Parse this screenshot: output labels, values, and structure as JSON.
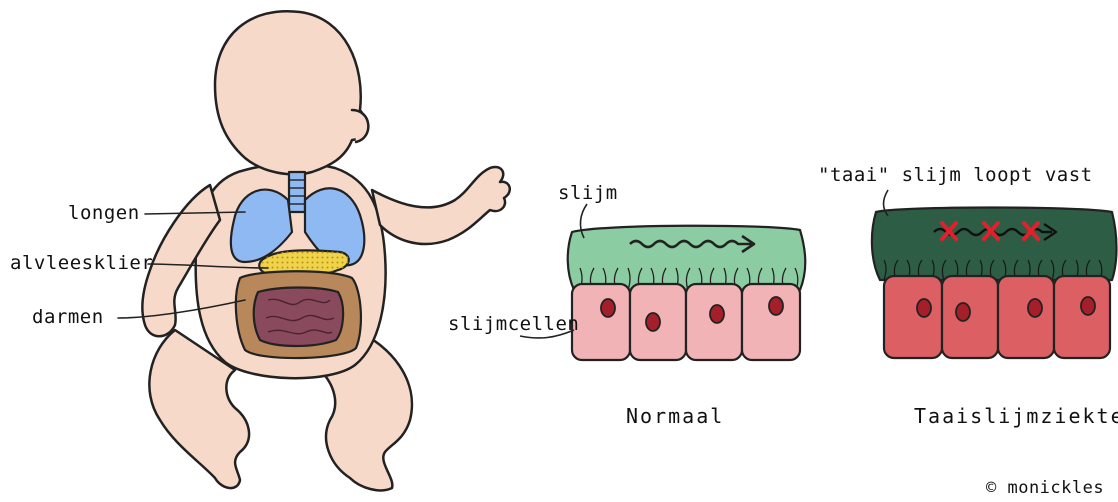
{
  "labels": {
    "longen": "longen",
    "alvleesklier": "alvleesklier",
    "darmen": "darmen",
    "slijm": "slijm",
    "slijmcellen": "slijmcellen",
    "taai_slijm": "\"taai\" slijm loopt vast",
    "normaal": "Normaal",
    "taaislijmziekte": "Taaislijmziekte",
    "copyright": "© monickles"
  },
  "colors": {
    "skin": "#f7d9c9",
    "lungs": "#8fb9f2",
    "pancreas": "#f0d34a",
    "intestine_small": "#8a4a5e",
    "intestine_large": "#b8875a",
    "mucus_normal": "#8ccca2",
    "mucus_sticky": "#2d5e45",
    "cells_normal": "#f1b3b5",
    "cells_sick": "#dc5f63",
    "nucleus": "#a41f2a",
    "blocked_x": "#e0202b"
  },
  "icons": {
    "normal_flow": "wavy-arrow-icon",
    "blocked_flow": "blocked-arrow-icon"
  }
}
